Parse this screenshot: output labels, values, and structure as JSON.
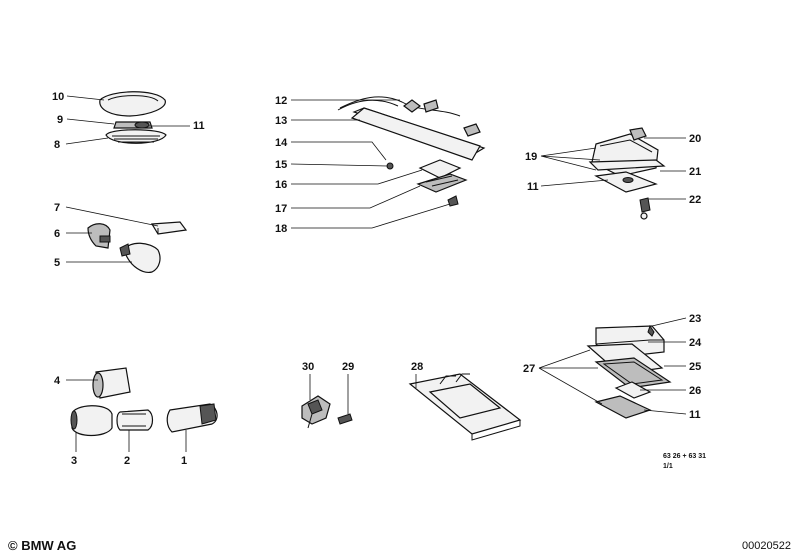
{
  "labels": {
    "n1": "1",
    "n2": "2",
    "n3": "3",
    "n4": "4",
    "n5": "5",
    "n6": "6",
    "n7": "7",
    "n8": "8",
    "n9": "9",
    "n10": "10",
    "n11a": "11",
    "n11b": "11",
    "n11c": "11",
    "n12": "12",
    "n13": "13",
    "n14": "14",
    "n15": "15",
    "n16": "16",
    "n17": "17",
    "n18": "18",
    "n19": "19",
    "n20": "20",
    "n21": "21",
    "n22": "22",
    "n23": "23",
    "n24": "24",
    "n25": "25",
    "n26": "26",
    "n27": "27",
    "n28": "28",
    "n29": "29",
    "n30": "30"
  },
  "ref_code": "63 26 + 63 31",
  "ref_sheet": "1/1",
  "copyright": "© BMW AG",
  "doc_number": "00020522"
}
